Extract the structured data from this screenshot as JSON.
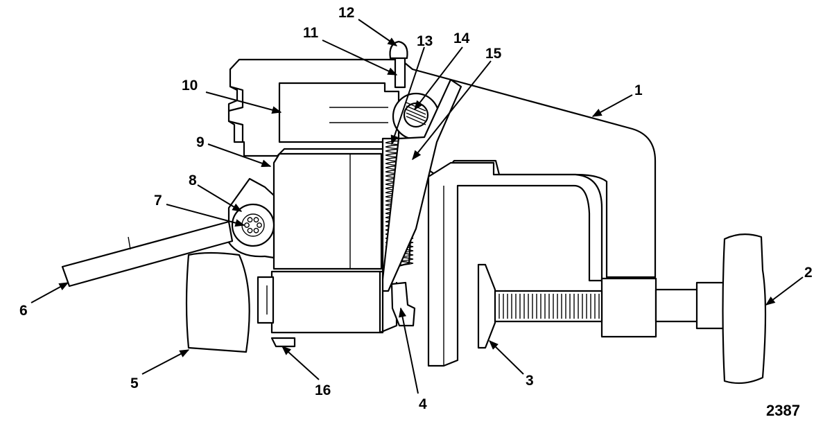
{
  "figure_number": "2387",
  "callouts": {
    "c1": "1",
    "c2": "2",
    "c3": "3",
    "c4": "4",
    "c5": "5",
    "c6": "6",
    "c7": "7",
    "c8": "8",
    "c9": "9",
    "c10": "10",
    "c11": "11",
    "c12": "12",
    "c13": "13",
    "c14": "14",
    "c15": "15",
    "c16": "16"
  }
}
